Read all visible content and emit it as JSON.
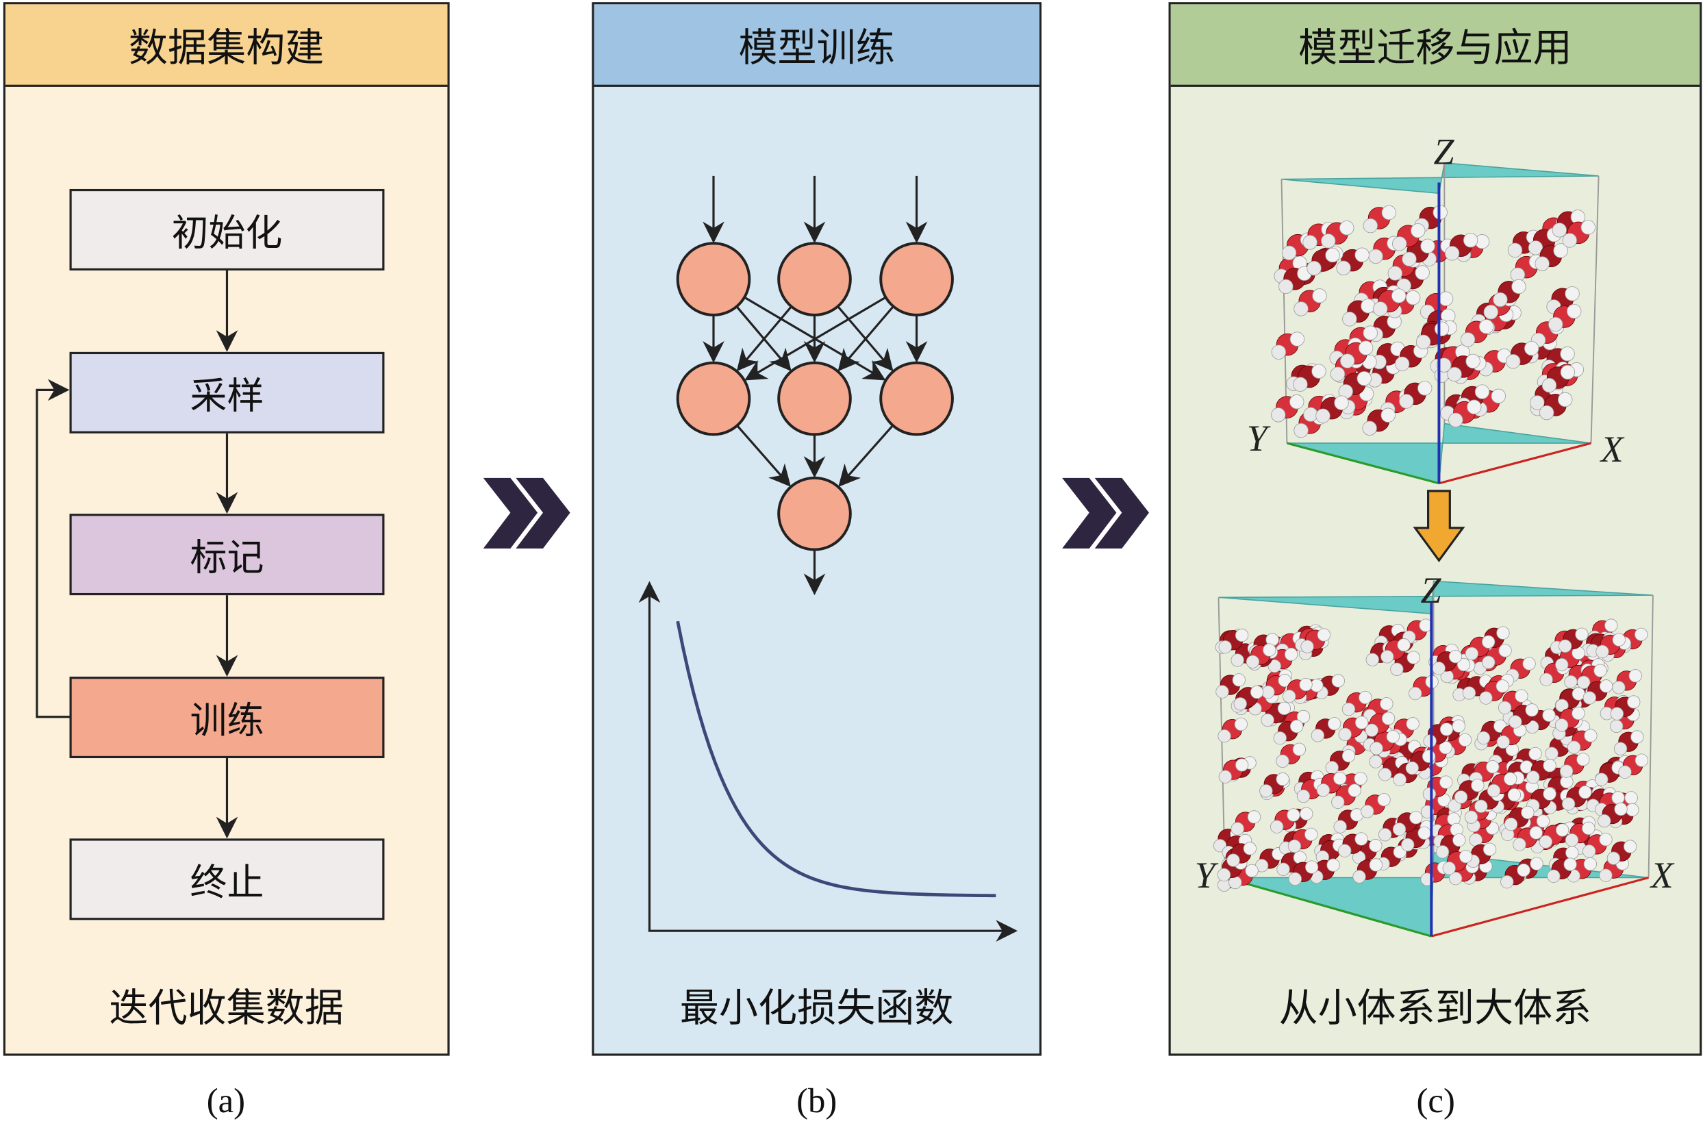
{
  "panel_a": {
    "title": "数据集构建",
    "steps": [
      "初始化",
      "采样",
      "标记",
      "训练",
      "终止"
    ],
    "footer": "迭代收集数据",
    "caption": "(a)"
  },
  "panel_b": {
    "title": "模型训练",
    "footer": "最小化损失函数",
    "caption": "(b)"
  },
  "panel_c": {
    "title": "模型迁移与应用",
    "axis_labels": {
      "x": "X",
      "y": "Y",
      "z": "Z"
    },
    "footer": "从小体系到大体系",
    "caption": "(c)"
  },
  "colors": {
    "a_head": "#f8d38f",
    "a_body": "#fdf1dc",
    "b_head": "#9fc4e3",
    "b_body": "#d8e8f3",
    "c_head": "#b2cc98",
    "c_body": "#e8eedb",
    "node": "#f4a88e",
    "chevron": "#2e2540",
    "arrow_orange": "#f0a830"
  }
}
